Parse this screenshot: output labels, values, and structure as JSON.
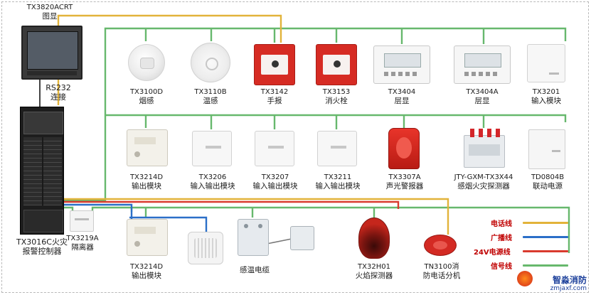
{
  "colors": {
    "phone_line": "#e2b33a",
    "broadcast_line": "#2b6fc8",
    "power_line": "#d93a2e",
    "signal_line": "#67b86d"
  },
  "monitor": {
    "model": "TX3820ACRT",
    "name": "图显"
  },
  "rs232": {
    "line1": "RS232",
    "line2": "连接"
  },
  "controller": {
    "model": "TX3016C火灾",
    "name": "报警控制器"
  },
  "isolator": {
    "model": "TX3219A",
    "name": "隔离器"
  },
  "row1": [
    {
      "model": "TX3100D",
      "name": "烟感",
      "icon": "smoke-detector-icon"
    },
    {
      "model": "TX3110B",
      "name": "温感",
      "icon": "heat-detector-icon"
    },
    {
      "model": "TX3142",
      "name": "手报",
      "icon": "manual-call-point-icon"
    },
    {
      "model": "TX3153",
      "name": "消火栓",
      "icon": "hydrant-button-icon"
    },
    {
      "model": "TX3404",
      "name": "层显",
      "icon": "floor-display-icon"
    },
    {
      "model": "TX3404A",
      "name": "层显",
      "icon": "floor-display-icon"
    },
    {
      "model": "TX3201",
      "name": "输入模块",
      "icon": "input-module-icon"
    }
  ],
  "row2": [
    {
      "model": "TX3214D",
      "name": "输出模块",
      "icon": "output-module-icon"
    },
    {
      "model": "TX3206",
      "name": "输入输出模块",
      "icon": "io-module-icon"
    },
    {
      "model": "TX3207",
      "name": "输入输出模块",
      "icon": "io-module-icon"
    },
    {
      "model": "TX3211",
      "name": "输入输出模块",
      "icon": "io-module-icon"
    },
    {
      "model": "TX3307A",
      "name": "声光警报器",
      "icon": "strobe-sounder-icon"
    },
    {
      "model": "JTY-GXM-TX3X44",
      "name": "感烟火灾探测器",
      "icon": "aspirating-smoke-detector-icon"
    },
    {
      "model": "TD0804B",
      "name": "联动电源",
      "icon": "power-supply-icon"
    }
  ],
  "row3": [
    {
      "model": "TX3214D",
      "name": "输出模块",
      "icon": "output-module-icon"
    },
    {
      "model": "",
      "name": "",
      "icon": "speaker-icon"
    },
    {
      "model": "",
      "name": "感温电缆",
      "icon": "heat-cable-icon"
    },
    {
      "model": "TX32H01",
      "name": "火焰探测器",
      "icon": "flame-detector-icon"
    },
    {
      "model": "TN3100消",
      "name": "防电话分机",
      "icon": "fire-telephone-icon"
    }
  ],
  "legend": [
    {
      "label": "电话线",
      "color_key": "phone_line"
    },
    {
      "label": "广播线",
      "color_key": "broadcast_line"
    },
    {
      "label": "24V电源线",
      "color_key": "power_line"
    },
    {
      "label": "信号线",
      "color_key": "signal_line"
    }
  ],
  "watermark": {
    "brand": "智淼消防",
    "url": "zmjaxf.com"
  }
}
